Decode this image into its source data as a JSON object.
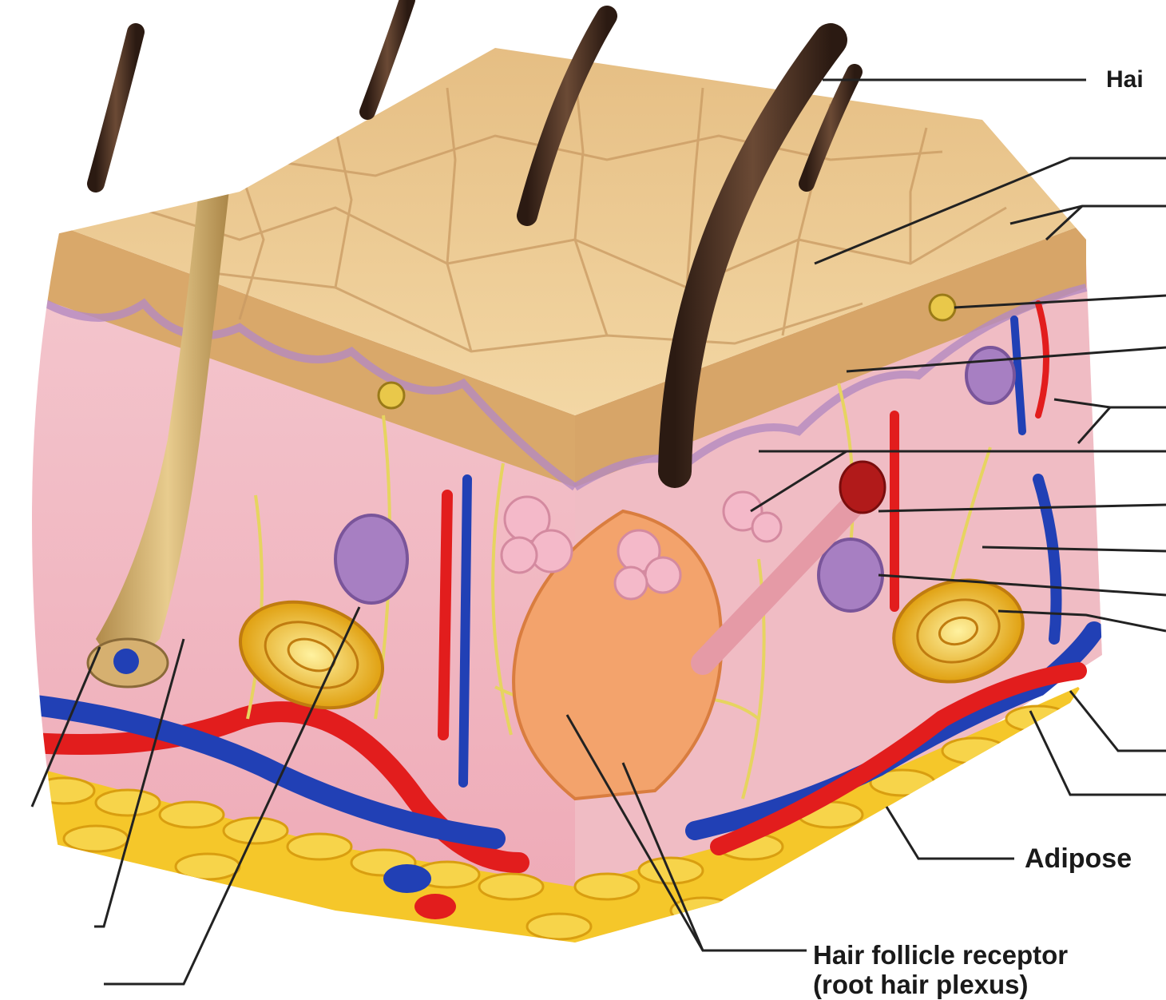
{
  "labels": {
    "hair": "Hai",
    "adipose": "Adipose",
    "hair_follicle_receptor_line1": "Hair follicle receptor",
    "hair_follicle_receptor_line2": "(root hair plexus)"
  },
  "colors": {
    "epidermis_top": "#e8c590",
    "epidermis_edge": "#c99a62",
    "dermis": "#f2bcc6",
    "artery": "#e02020",
    "vein": "#2340b8",
    "adipose": "#f2c21a",
    "hair": "#3f2a1f",
    "nerve": "#e8d86a",
    "leader_line": "#222222"
  }
}
